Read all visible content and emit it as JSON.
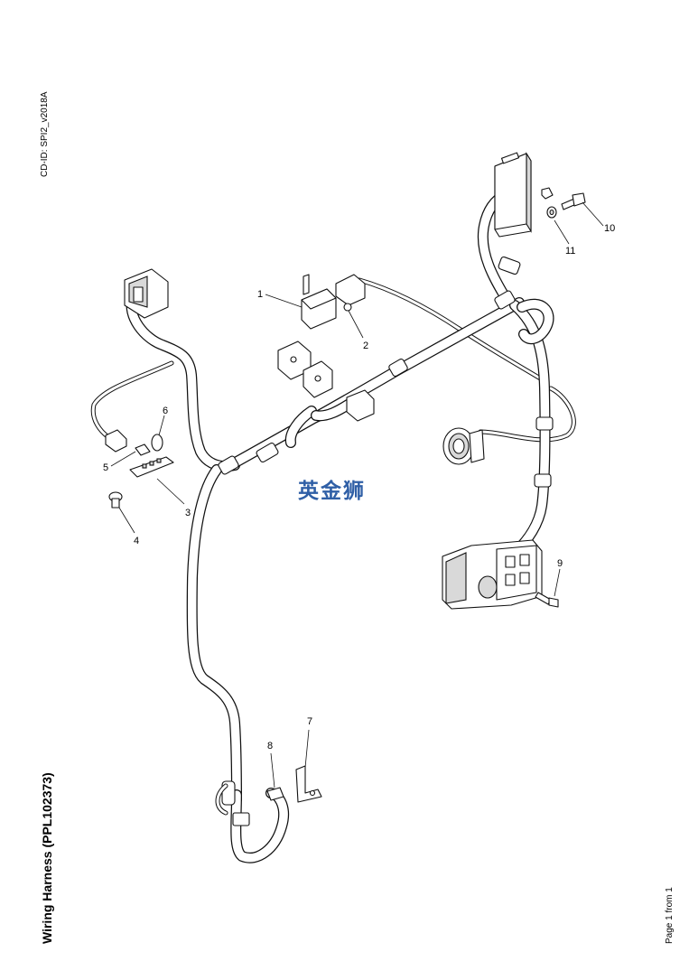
{
  "sheet": {
    "doc_id": "CD-ID: SPI2_v2018A",
    "title": "Wiring Harness (PPL102373)",
    "page": "Page 1 from 1",
    "watermark": "英金狮"
  },
  "callouts": [
    "1",
    "2",
    "3",
    "4",
    "5",
    "6",
    "7",
    "8",
    "9",
    "10",
    "11"
  ]
}
